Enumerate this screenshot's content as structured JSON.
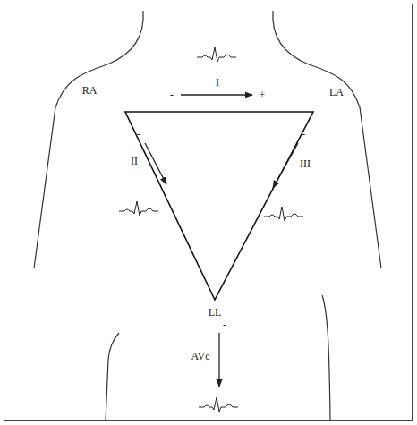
{
  "diagram": {
    "labels": [
      "RA",
      "LA",
      "I",
      "-",
      "+",
      "II",
      "-",
      "III",
      "-",
      "LL",
      "AVc",
      "-"
    ]
  }
}
